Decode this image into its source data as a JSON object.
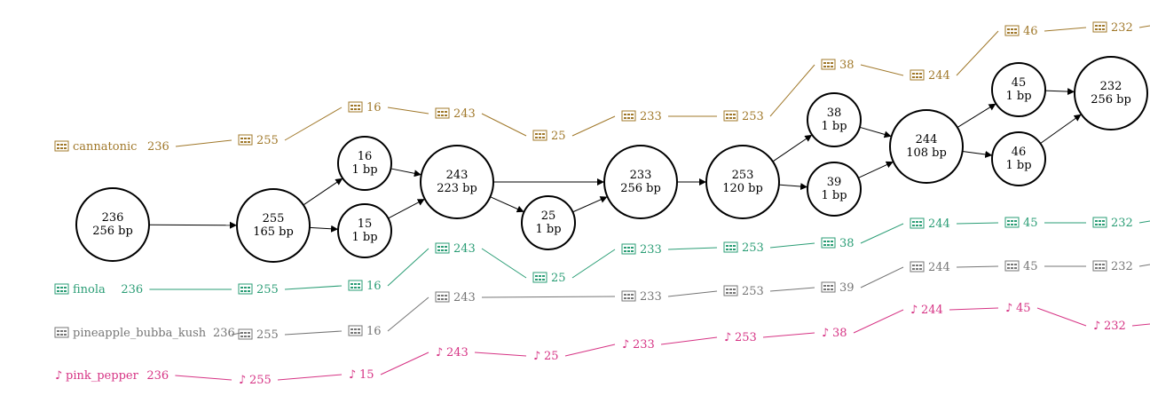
{
  "nodes": [
    {
      "id": "236",
      "label": "236",
      "size": "256 bp"
    },
    {
      "id": "255",
      "label": "255",
      "size": "165 bp"
    },
    {
      "id": "16",
      "label": "16",
      "size": "1 bp"
    },
    {
      "id": "15",
      "label": "15",
      "size": "1 bp"
    },
    {
      "id": "243",
      "label": "243",
      "size": "223 bp"
    },
    {
      "id": "25",
      "label": "25",
      "size": "1 bp"
    },
    {
      "id": "233",
      "label": "233",
      "size": "256 bp"
    },
    {
      "id": "253",
      "label": "253",
      "size": "120 bp"
    },
    {
      "id": "38",
      "label": "38",
      "size": "1 bp"
    },
    {
      "id": "39",
      "label": "39",
      "size": "1 bp"
    },
    {
      "id": "244",
      "label": "244",
      "size": "108 bp"
    },
    {
      "id": "45",
      "label": "45",
      "size": "1 bp"
    },
    {
      "id": "46",
      "label": "46",
      "size": "1 bp"
    },
    {
      "id": "232",
      "label": "232",
      "size": "256 bp"
    }
  ],
  "edges": [
    [
      "236",
      "255"
    ],
    [
      "255",
      "16"
    ],
    [
      "255",
      "15"
    ],
    [
      "16",
      "243"
    ],
    [
      "15",
      "243"
    ],
    [
      "243",
      "233"
    ],
    [
      "243",
      "25"
    ],
    [
      "25",
      "233"
    ],
    [
      "233",
      "253"
    ],
    [
      "253",
      "38"
    ],
    [
      "253",
      "39"
    ],
    [
      "38",
      "244"
    ],
    [
      "39",
      "244"
    ],
    [
      "244",
      "45"
    ],
    [
      "244",
      "46"
    ],
    [
      "45",
      "232"
    ],
    [
      "46",
      "232"
    ]
  ],
  "paths": [
    {
      "name": "cannatonic",
      "color": "#a0782a",
      "icon": "dna-icon",
      "steps": [
        "236",
        "255",
        "16",
        "243",
        "25",
        "233",
        "253",
        "38",
        "244",
        "46",
        "232"
      ]
    },
    {
      "name": "finola",
      "color": "#2a9d75",
      "icon": "dna-icon",
      "steps": [
        "236",
        "255",
        "16",
        "243",
        "25",
        "233",
        "253",
        "38",
        "244",
        "45",
        "232"
      ]
    },
    {
      "name": "pineapple_bubba_kush",
      "color": "#757575",
      "icon": "dna-icon",
      "steps": [
        "236",
        "255",
        "16",
        "243",
        "233",
        "253",
        "39",
        "244",
        "45",
        "232"
      ]
    },
    {
      "name": "pink_pepper",
      "color": "#d63384",
      "icon": "music-note-icon",
      "steps": [
        "236",
        "255",
        "15",
        "243",
        "25",
        "233",
        "253",
        "38",
        "244",
        "45",
        "232"
      ]
    }
  ]
}
